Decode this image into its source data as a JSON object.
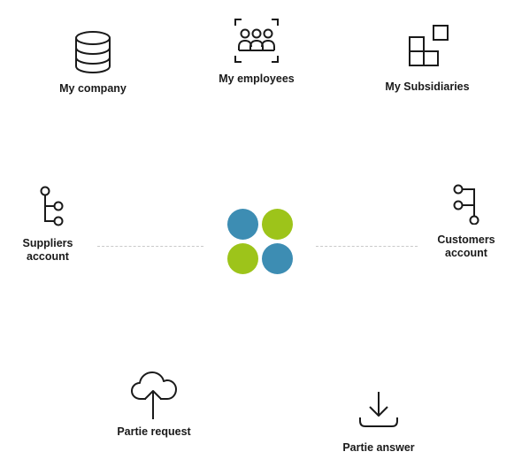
{
  "nodes": {
    "my_company": "My company",
    "my_employees": "My employees",
    "my_subsidiaries": "My Subsidiaries",
    "suppliers_account": [
      "Suppliers",
      "account"
    ],
    "customers_account": [
      "Customers",
      "account"
    ],
    "partie_request": "Partie request",
    "partie_answer": "Partie answer"
  },
  "colors": {
    "blue": "#3d8db3",
    "green": "#9dc41a",
    "icon_stroke": "#1a1a1a",
    "dash": "#c9c9c9"
  }
}
